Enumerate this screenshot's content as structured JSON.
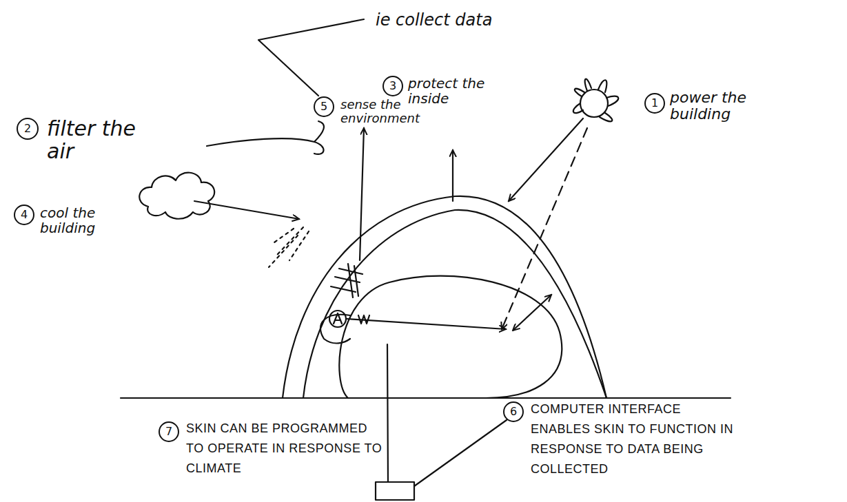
{
  "diagram": {
    "nodes": [
      {
        "text": [
          "1",
          "power the building"
        ]
      },
      {
        "text": [
          "2",
          "filter the air"
        ]
      },
      {
        "text": [
          "3",
          "protect the inside"
        ]
      },
      {
        "text": [
          "4",
          "cool the building"
        ]
      },
      {
        "text": [
          "5",
          "sense the environment"
        ]
      },
      {
        "text": [
          "6",
          "COMPUTER INTERFACE ENABLES SKIN TO FUNCTION IN RESPONSE TO DATA BEING COLLECTED"
        ]
      },
      {
        "text": [
          "7",
          "SKIN CAN BE PROGRAMMED TO OPERATE IN RESPONSE TO CLIMATE"
        ]
      }
    ],
    "labels": [
      "ie collect data"
    ]
  }
}
